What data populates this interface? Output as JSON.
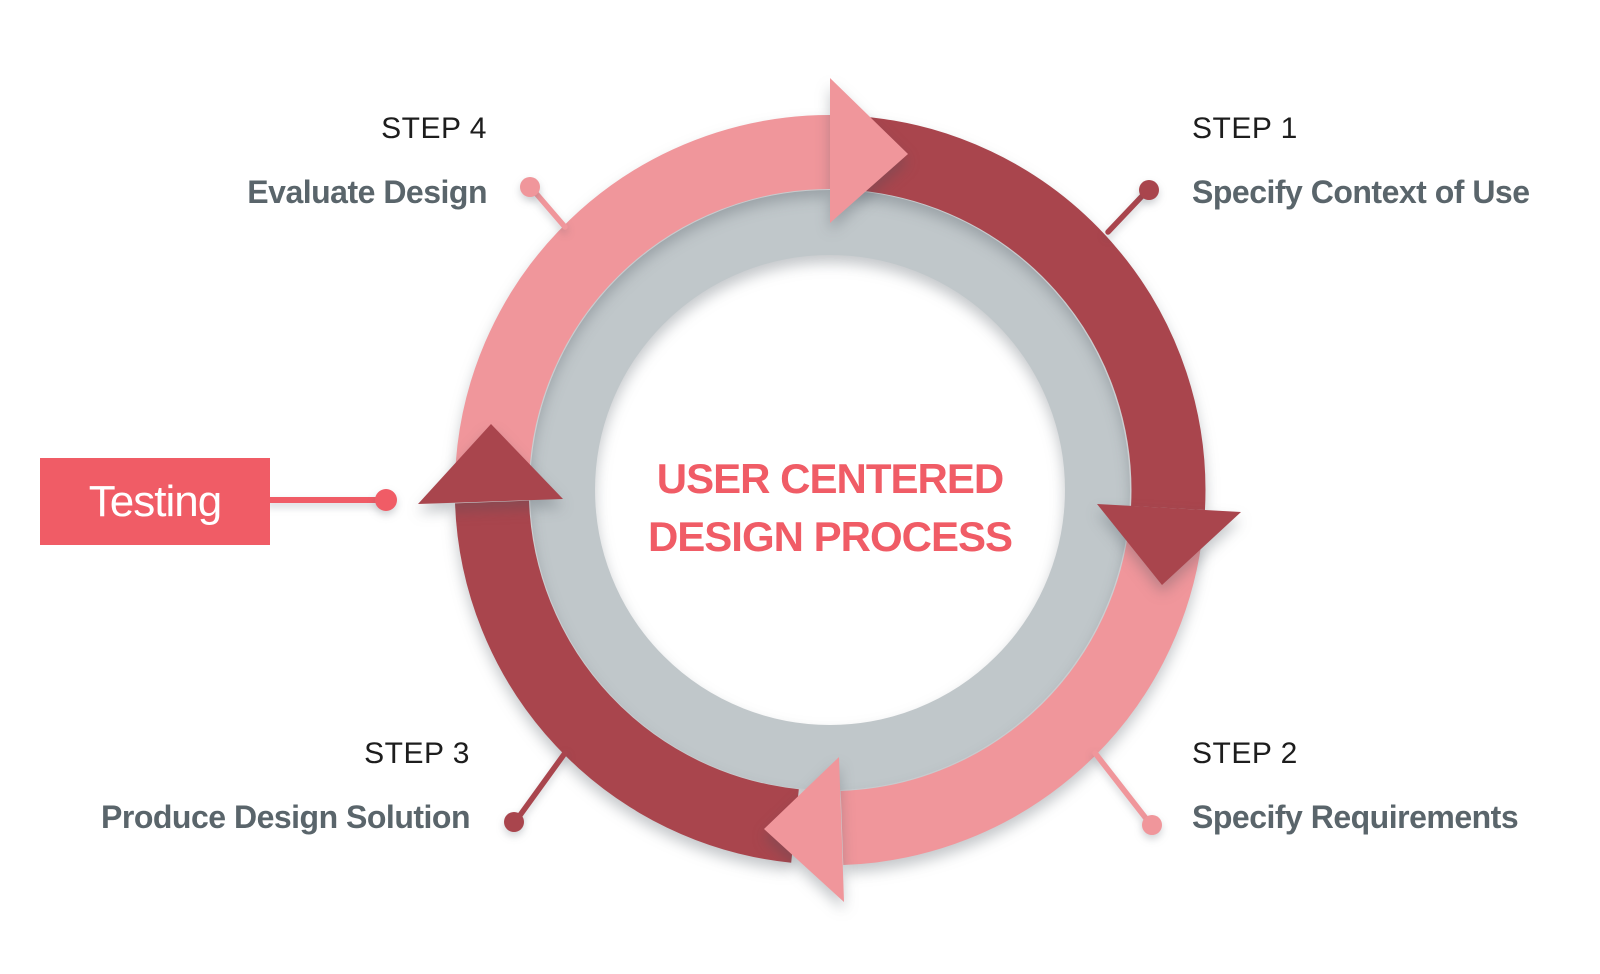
{
  "diagram_title": {
    "line1": "USER CENTERED",
    "line2": "DESIGN PROCESS"
  },
  "steps": [
    {
      "label": "STEP 1",
      "title": "Specify Context of Use",
      "position": "top-right"
    },
    {
      "label": "STEP 2",
      "title": "Specify Requirements",
      "position": "bottom-right"
    },
    {
      "label": "STEP 3",
      "title": "Produce Design Solution",
      "position": "bottom-left"
    },
    {
      "label": "STEP 4",
      "title": "Evaluate Design",
      "position": "top-left"
    }
  ],
  "testing_tag": {
    "label": "Testing"
  },
  "colors": {
    "pink": "#F0969B",
    "dark_red": "#A9454D",
    "ring_gray": "#C0C7CA",
    "coral": "#F05C66",
    "title_gray": "#5A656B",
    "step_text": "#1D1D1D",
    "background": "#FFFFFF"
  }
}
